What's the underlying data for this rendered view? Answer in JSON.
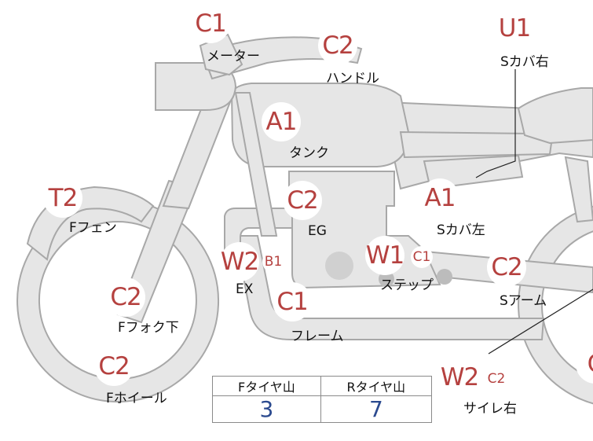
{
  "parts": {
    "meter": {
      "code": "C1",
      "label": "メーター"
    },
    "handle": {
      "code": "C2",
      "label": "ハンドル"
    },
    "side_cover_right": {
      "code": "U1",
      "label": "Sカバ右"
    },
    "tank": {
      "code": "A1",
      "label": "タンク"
    },
    "front_fender": {
      "code": "T2",
      "label": "Fフェン"
    },
    "engine": {
      "code": "C2",
      "label": "EG"
    },
    "side_cover_left": {
      "code": "A1",
      "label": "Sカバ左"
    },
    "exhaust": {
      "code": "W2",
      "code2": "B1",
      "label": "EX"
    },
    "step": {
      "code": "W1",
      "code2": "C1",
      "label": "ステップ"
    },
    "swing_arm": {
      "code": "C2",
      "label": "Sアーム"
    },
    "front_fork": {
      "code": "C2",
      "label": "Fフォク下"
    },
    "frame": {
      "code": "C1",
      "label": "フレーム"
    },
    "front_wheel": {
      "code": "C2",
      "label": "Fホイール"
    },
    "silencer_right": {
      "code": "W2",
      "code2": "C2",
      "label": "サイレ右"
    },
    "rear_wheel_partial": {
      "code": "C"
    }
  },
  "tire_table": {
    "headers": [
      "Fタイヤ山",
      "Rタイヤ山"
    ],
    "values": [
      "3",
      "7"
    ]
  },
  "colors": {
    "badge_text": "#b5413f",
    "bike_fill": "#e6e6e6",
    "bike_stroke": "#aaaaaa",
    "table_value": "#2b4a8f"
  }
}
